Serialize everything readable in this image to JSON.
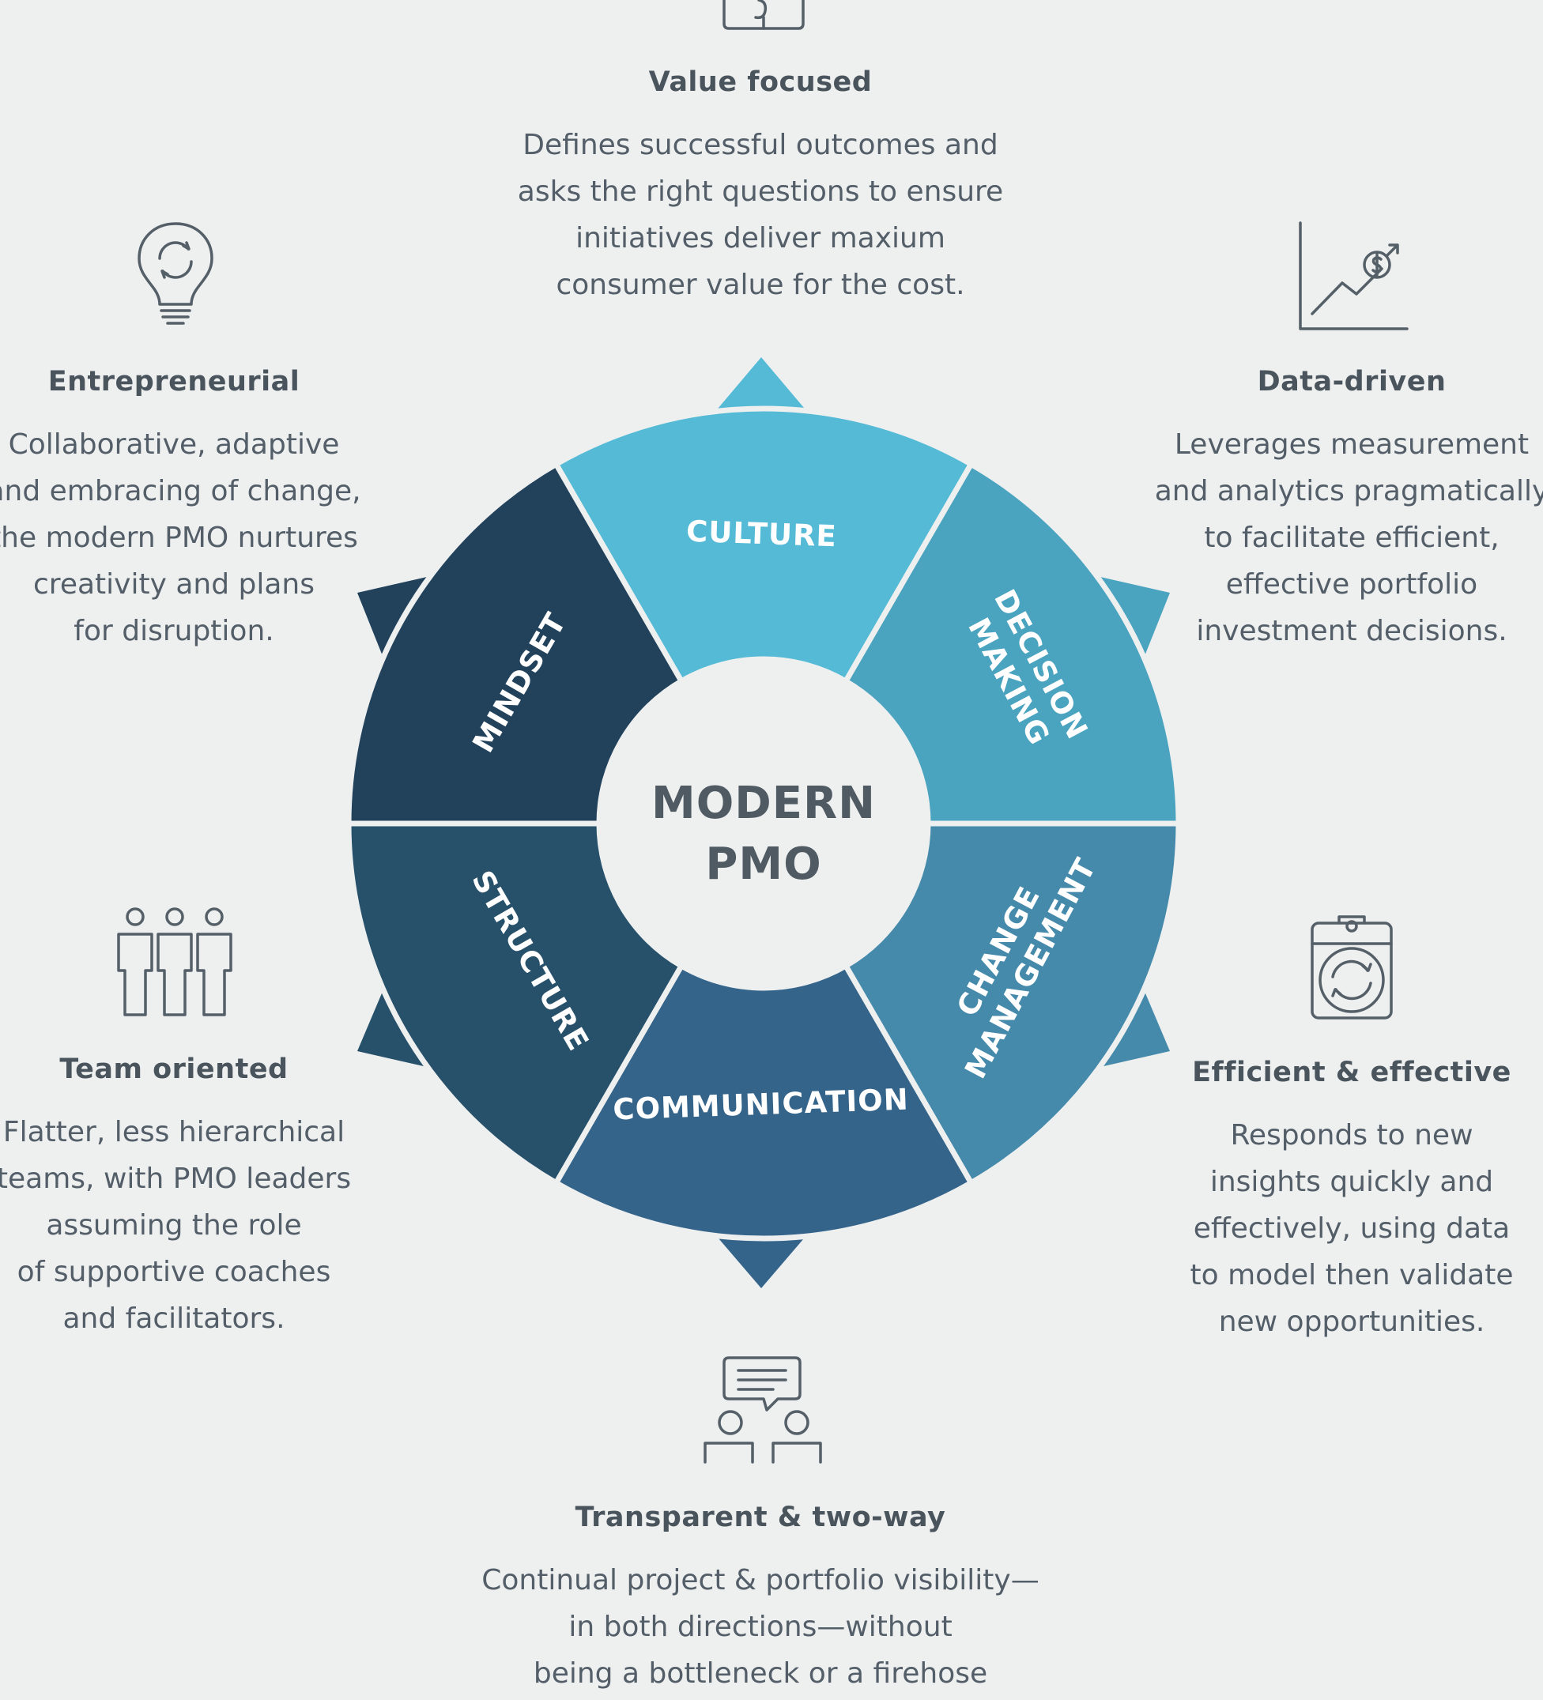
{
  "center": {
    "line1": "MODERN",
    "line2": "PMO"
  },
  "segments": [
    {
      "key": "culture",
      "label": "CULTURE",
      "color": "#54bad6"
    },
    {
      "key": "decision",
      "label_line1": "DECISION",
      "label_line2": "MAKING",
      "color": "#4aa3bf"
    },
    {
      "key": "change",
      "label_line1": "CHANGE",
      "label_line2": "MANAGEMENT",
      "color": "#468aab"
    },
    {
      "key": "communication",
      "label": "COMMUNICATION",
      "color": "#35648b"
    },
    {
      "key": "structure",
      "label": "STRUCTURE",
      "color": "#27516a"
    },
    {
      "key": "mindset",
      "label": "MINDSET",
      "color": "#22425c"
    }
  ],
  "blocks": {
    "value": {
      "title": "Value focused",
      "text": "Defines successful outcomes and\nasks the right questions to ensure\ninitiatives deliver maxium\nconsumer value for the cost."
    },
    "entrepreneurial": {
      "title": "Entrepreneurial",
      "text": "Collaborative, adaptive\nand embracing of change,\nthe modern PMO nurtures\ncreativity and plans\nfor disruption."
    },
    "data": {
      "title": "Data-driven",
      "text": "Leverages measurement\nand analytics pragmatically\nto facilitate efficient,\neffective portfolio\ninvestment decisions."
    },
    "team": {
      "title": "Team oriented",
      "text": "Flatter, less hierarchical\nteams, with PMO leaders\nassuming the role\nof supportive coaches\nand facilitators."
    },
    "efficient": {
      "title": "Efficient & effective",
      "text": "Responds to new\ninsights quickly and\neffectively, using data\nto model then validate\nnew opportunities."
    },
    "transparent": {
      "title": "Transparent & two-way",
      "text": "Continual project & portfolio visibility—\nin both directions—without\nbeing a bottleneck or a firehose"
    }
  },
  "icons": {
    "value": "presentation-icon",
    "entrepreneurial": "lightbulb-icon",
    "data": "growth-chart-icon",
    "team": "team-icon",
    "efficient": "clipboard-cycle-icon",
    "transparent": "discussion-icon"
  },
  "colors": {
    "background": "#eef0f0",
    "text": "#4a5560",
    "icon_stroke": "#555f68"
  }
}
